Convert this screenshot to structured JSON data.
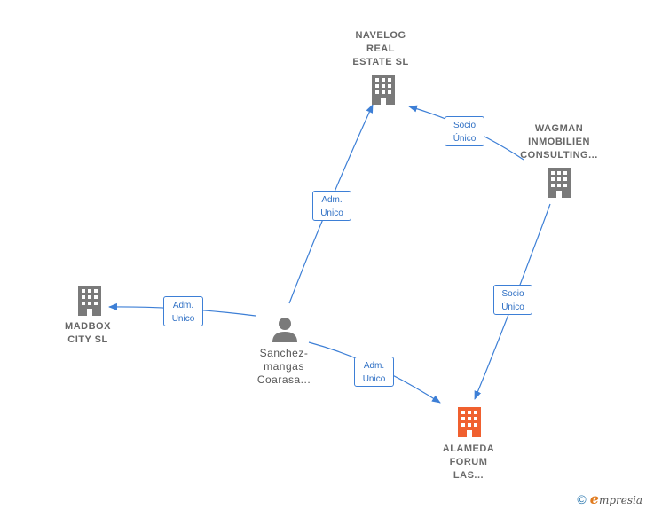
{
  "colors": {
    "edge": "#3d7fd6",
    "building": "#7a7a7a",
    "building_main": "#f0602f",
    "person": "#7a7a7a"
  },
  "nodes": {
    "navelog": {
      "label": "NAVELOG\nREAL\nESTATE  SL",
      "icon": "building-icon"
    },
    "wagman": {
      "label": "WAGMAN\nINMOBILIEN\nCONSULTING...",
      "icon": "building-icon"
    },
    "madbox": {
      "label": "MADBOX\nCITY  SL",
      "icon": "building-icon"
    },
    "sanchez": {
      "label": "Sanchez-\nmangas\nCoarasa...",
      "icon": "person-icon"
    },
    "alameda": {
      "label": "ALAMEDA\nFORUM\nLAS...",
      "icon": "building-icon"
    }
  },
  "edges": {
    "sanchez_navelog": "Adm.\nUnico",
    "wagman_navelog": "Socio\nÚnico",
    "sanchez_madbox": "Adm.\nUnico",
    "sanchez_alameda": "Adm.\nUnico",
    "wagman_alameda": "Socio\nÚnico"
  },
  "footer": {
    "copyright": "©",
    "brand_initial": "e",
    "brand_rest": "mpresia"
  }
}
